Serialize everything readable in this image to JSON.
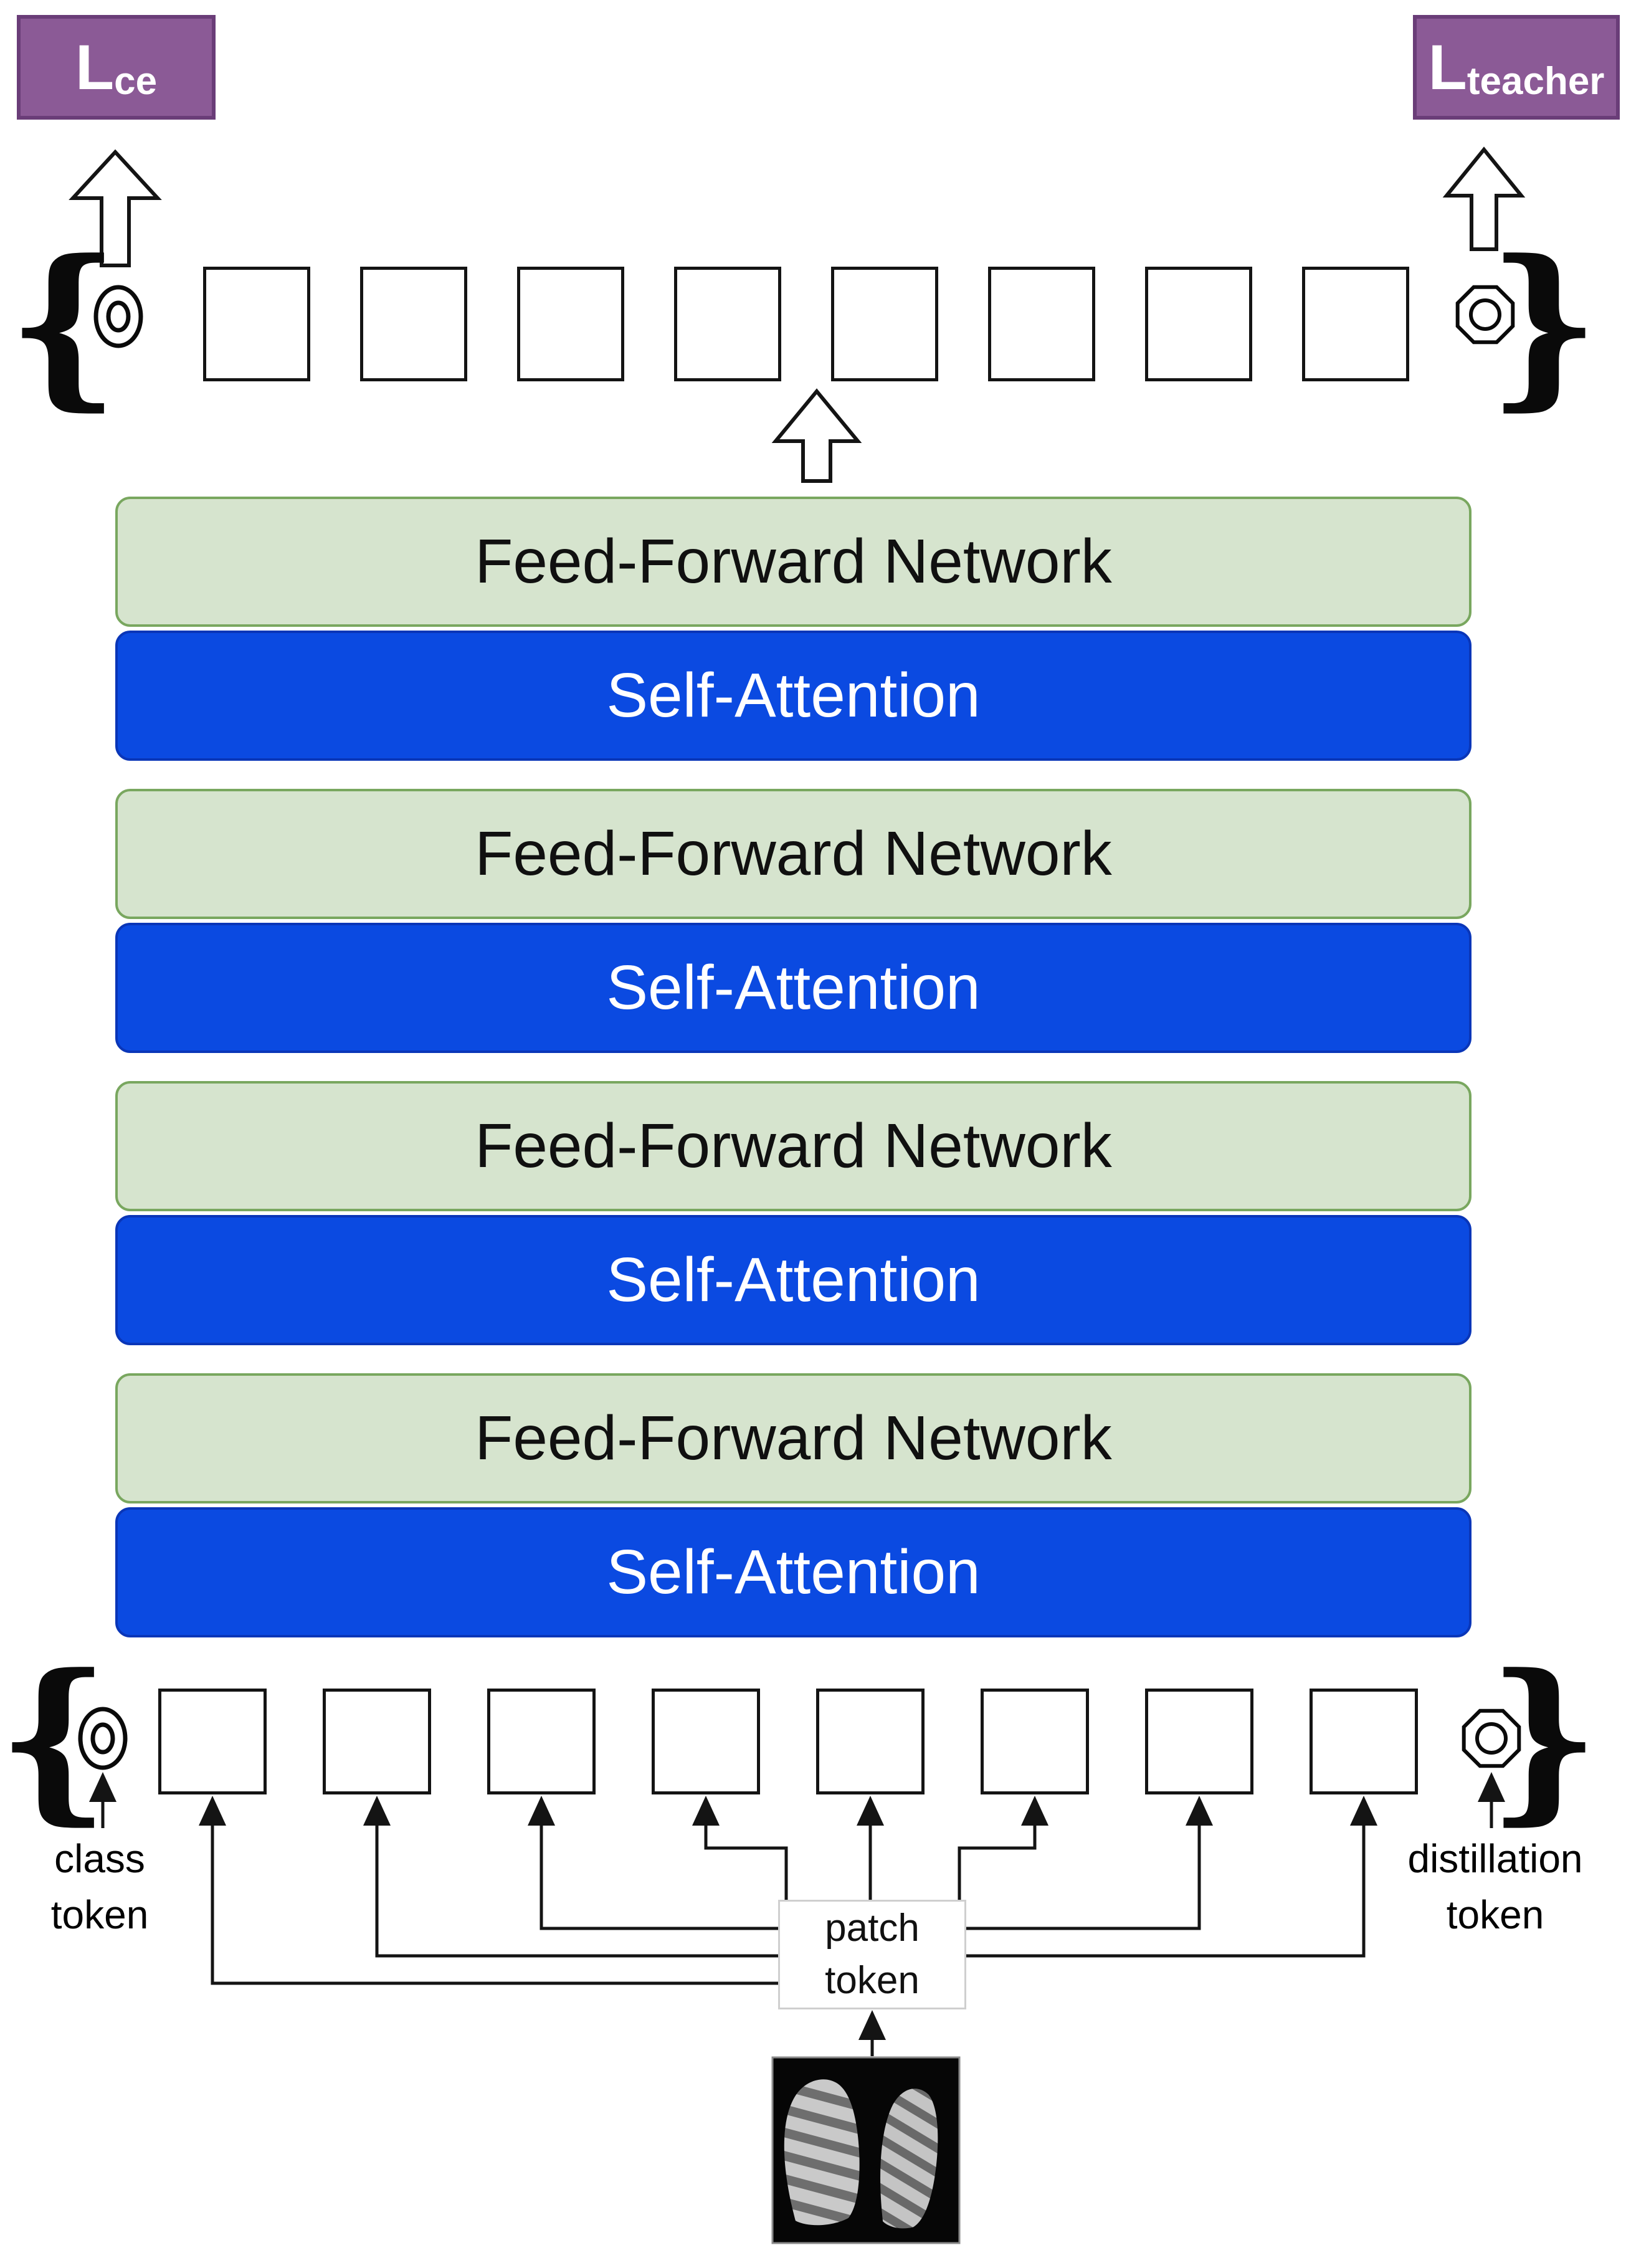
{
  "diagram": {
    "loss_ce": {
      "main": "L",
      "sub": "ce"
    },
    "loss_teacher": {
      "main": "L",
      "sub": "teacher"
    },
    "encoder": {
      "ffn_label": "Feed-Forward Network",
      "sa_label": "Self-Attention",
      "num_layers": 4
    },
    "tokens": {
      "top_row_squares": 8,
      "bottom_row_squares": 8,
      "brace_open": "{",
      "brace_close": "}",
      "class_token": {
        "line1": "class",
        "line2": "token",
        "icon": "double-circle-icon"
      },
      "distillation_token": {
        "line1": "distillation",
        "line2": "token",
        "icon": "nut-icon"
      },
      "patch_token": {
        "line1": "patch",
        "line2": "token"
      }
    },
    "input": {
      "icon": "chest-xray-image"
    },
    "colors": {
      "loss_box": "#8b5a96",
      "loss_box_border": "#6a3d78",
      "ffn_fill": "#d6e4ce",
      "ffn_border": "#79a75f",
      "sa_fill": "#0b4ae1",
      "sa_border": "#0a36b8",
      "line": "#141414"
    }
  }
}
